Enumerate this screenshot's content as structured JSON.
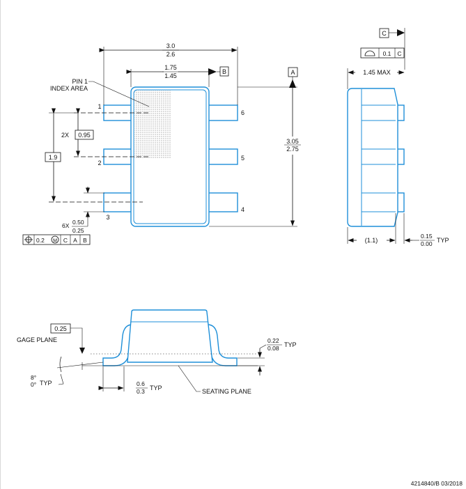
{
  "top_view": {
    "overall_width": {
      "max": "3.0",
      "min": "2.6"
    },
    "body_width": {
      "max": "1.75",
      "min": "1.45"
    },
    "datum_b": "B",
    "datum_a": "A",
    "overall_length": {
      "max": "3.05",
      "min": "2.75"
    },
    "pin1_label_line1": "PIN 1",
    "pin1_label_line2": "INDEX AREA",
    "pin_numbers": [
      "1",
      "2",
      "3",
      "4",
      "5",
      "6"
    ],
    "pitch_prefix": "2X",
    "pitch": "0.95",
    "span": "1.9",
    "lead_width_prefix": "6X",
    "lead_width": {
      "max": "0.50",
      "min": "0.25"
    },
    "position_tolerance": {
      "value": "0.2",
      "modifier": "M",
      "datums": [
        "C",
        "A",
        "B"
      ]
    }
  },
  "side_view": {
    "datum_c": "C",
    "flatness": {
      "value": "0.1",
      "datum": "C"
    },
    "height_max": "1.45 MAX",
    "standoff_ref": "(1.1)",
    "standoff": {
      "max": "0.15",
      "min": "0.00",
      "suffix": "TYP"
    }
  },
  "detail_view": {
    "gage_value": "0.25",
    "gage_label": "GAGE PLANE",
    "angle": {
      "max": "8°",
      "min": "0°",
      "suffix": "TYP"
    },
    "lead_length": {
      "max": "0.6",
      "min": "0.3",
      "suffix": "TYP"
    },
    "lead_thickness": {
      "max": "0.22",
      "min": "0.08",
      "suffix": "TYP"
    },
    "seating_label": "SEATING PLANE"
  },
  "footer": {
    "doc_id": "4214840/B  03/2018"
  },
  "colors": {
    "outline": "#1e8fd8",
    "ink": "#111111"
  }
}
